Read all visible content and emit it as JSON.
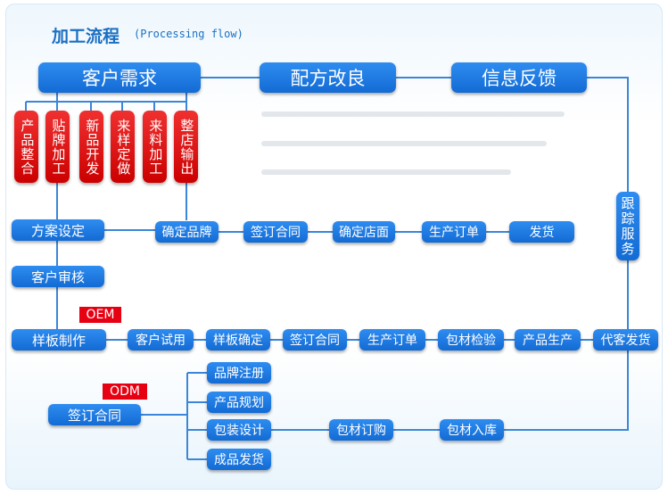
{
  "header": {
    "title": "加工流程",
    "subtitle": "(Processing flow)"
  },
  "top_row": [
    "客户需求",
    "配方改良",
    "信息反馈"
  ],
  "red_options": [
    "产品整合",
    "贴牌加工",
    "新品开发",
    "来样定做",
    "来料加工",
    "整店输出"
  ],
  "left_column": [
    "方案设定",
    "客户审核",
    "样板制作"
  ],
  "store_flow": [
    "确定品牌",
    "签订合同",
    "确定店面",
    "生产订单",
    "发货"
  ],
  "tracking": "跟踪服务",
  "oem": {
    "tag": "OEM",
    "steps": [
      "客户试用",
      "样板确定",
      "签订合同",
      "生产订单",
      "包材检验",
      "产品生产",
      "代客发货"
    ]
  },
  "odm": {
    "tag": "ODM",
    "start": "签订合同",
    "branches": [
      "品牌注册",
      "产品规划",
      "包装设计",
      "成品发货"
    ],
    "packaging": [
      "包材订购",
      "包材入库"
    ]
  },
  "colors": {
    "box_blue": "#1b78e0",
    "line_blue": "#3b86d8",
    "red": "#e60012",
    "title_blue": "#1b6fc2"
  }
}
